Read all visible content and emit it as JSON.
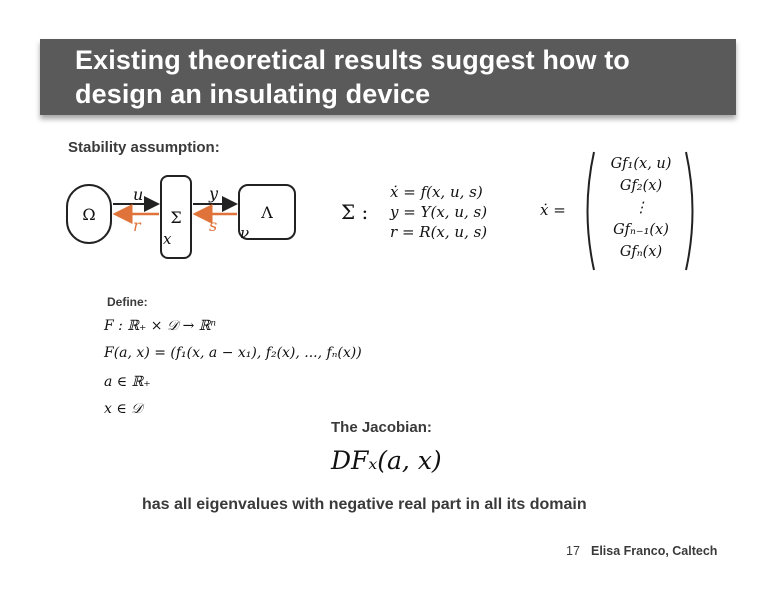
{
  "slide": {
    "title_line1": "Existing theoretical results suggest how to",
    "title_line2": "design an insulating device",
    "stability_label": "Stability assumption:",
    "define_label": "Define:",
    "jacobian_label": "The Jacobian:",
    "conclusion": "has all eigenvalues with negative real part in all its domain",
    "slide_number": "17",
    "author": "Elisa Franco, Caltech"
  },
  "diagram": {
    "omega": "Ω",
    "sigma": "Σ",
    "lambda": "Λ",
    "u": "u",
    "y": "y",
    "r": "r",
    "s": "s",
    "x": "x",
    "nu": "ν",
    "arrow_color": "#e0733a"
  },
  "system": {
    "sigma_label": "Σ :",
    "eq1": "ẋ = f(x, u, s)",
    "eq2": "y = Y(x, u, s)",
    "eq3": "r = R(x, u, s)"
  },
  "xdot": {
    "lhs": "ẋ =",
    "rows": [
      "Gf₁(x, u)",
      "Gf₂(x)",
      "⋮",
      "Gfₙ₋₁(x)",
      "Gfₙ(x)"
    ]
  },
  "definitions": {
    "map": "F : ℝ₊ × 𝒟 → ℝⁿ",
    "formula": "F(a, x) = (f₁(x, a − x₁), f₂(x), ..., fₙ(x))",
    "a_domain": "a ∈ ℝ₊",
    "x_domain": "x ∈ 𝒟"
  },
  "jacobian": {
    "expr": "DFₓ(a, x)"
  }
}
